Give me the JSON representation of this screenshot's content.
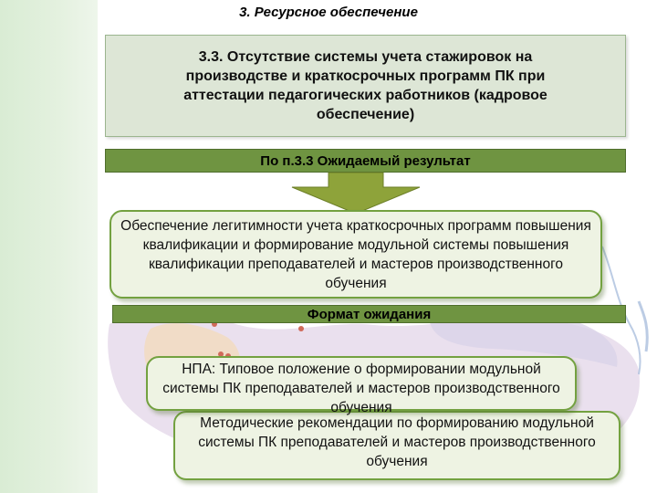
{
  "title": "3. Ресурсное обеспечение",
  "problem": "3.3. Отсутствие системы учета стажировок на производстве и краткосрочных программ ПК при аттестации педагогических работников (кадровое обеспечение)",
  "expected_result_header": "По п.3.3 Ожидаемый результат",
  "expected_result": "Обеспечение легитимности учета краткосрочных программ повышения квалификации и формирование модульной системы повышения квалификации преподавателей и мастеров производственного обучения",
  "format_header": "Формат ожидания",
  "documents": [
    "НПА: Типовое положение о формировании модульной системы ПК преподавателей и мастеров производственного обучения",
    "Методические рекомендации по формированию модульной системы ПК преподавателей и мастеров производственного обучения"
  ],
  "colors": {
    "band": "#6f9441",
    "pill_border": "#73a140",
    "pill_fill": "#eef3e3",
    "problem_fill": "#dde6d6",
    "left_stripe": "#e4f1df",
    "arrow": "#8ea33a"
  }
}
